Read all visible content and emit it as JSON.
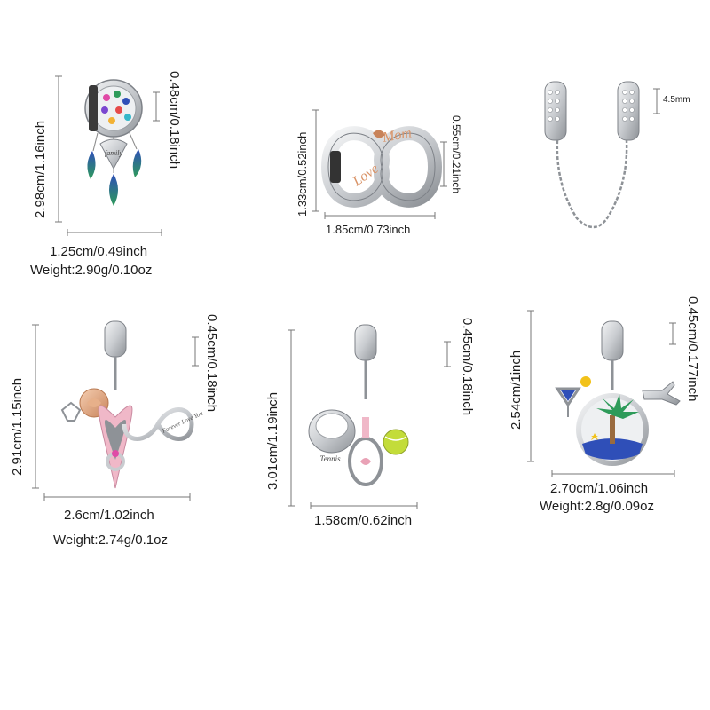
{
  "products": [
    {
      "name": "dreamcatcher-family-charm",
      "engraving": "family",
      "height_label": "2.98cm/1.16inch",
      "bail_label": "0.48cm/0.18inch",
      "width_label": "1.25cm/0.49inch",
      "weight_label": "Weight:2.90g/0.10oz"
    },
    {
      "name": "infinity-love-mom-charm",
      "engraving_1": "Love",
      "engraving_2": "Mom",
      "height_label": "1.33cm/0.52inch",
      "bail_label": "0.55cm/0.21inch",
      "width_label": "1.85cm/0.73inch"
    },
    {
      "name": "safety-chain-charm",
      "bail_label": "4.5mm"
    },
    {
      "name": "heart-ring-box-rose-charm",
      "engraving": "Forever Love You",
      "height_label": "2.91cm/1.15inch",
      "bail_label": "0.45cm/0.18inch",
      "width_label": "2.6cm/1.02inch",
      "weight_label": "Weight:2.74g/0.1oz"
    },
    {
      "name": "tennis-charm",
      "engraving": "Tennis",
      "height_label": "3.01cm/1.19inch",
      "bail_label": "0.45cm/0.18inch",
      "width_label": "1.58cm/0.62inch"
    },
    {
      "name": "tropical-vacation-charm",
      "height_label": "2.54cm/1inch",
      "bail_label": "0.45cm/0.177inch",
      "width_label": "2.70cm/1.06inch",
      "weight_label": "Weight:2.8g/0.09oz"
    }
  ],
  "colors": {
    "silver": "#d7d9dc",
    "silver_dark": "#8e9297",
    "rose_gold": "#e0a47c",
    "pink_enamel": "#f0b8c8",
    "blue_enamel": "#2f4fb8",
    "green_enamel": "#2e9b5a"
  }
}
